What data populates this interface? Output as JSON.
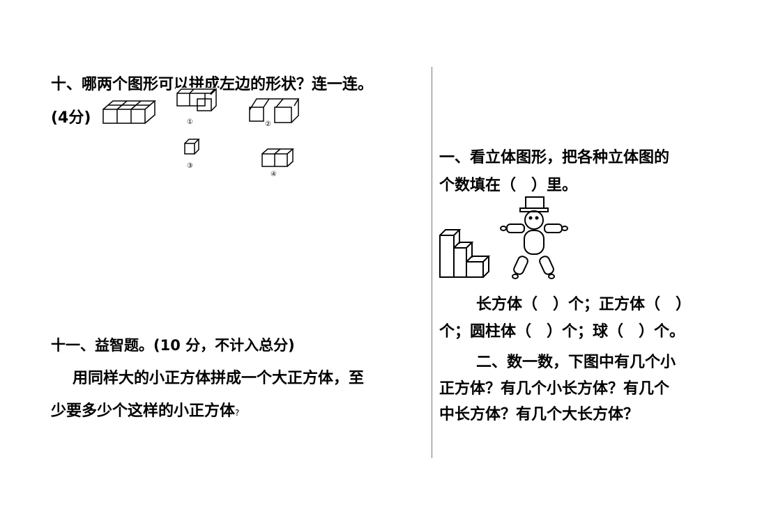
{
  "left": {
    "q10_title": "十、哪两个图形可以拼成左边的形状？连一连。",
    "q10_score": "(4分)",
    "figure_labels": [
      "①",
      "②",
      "③",
      "④"
    ],
    "q11_title": "十一、益智题。(10 分，不计入总分)",
    "q11_line1": "用同样大的小正方体拼成一个大正方体，至",
    "q11_line2": "少要多少个这样的小正方体",
    "q11_mark": "?"
  },
  "right": {
    "q1_line1": "一、看立体图形，把各种立体图的",
    "q1_line2": "个数填在（　）里。",
    "q1_fill1": "长方体（　）个；正方体（　）",
    "q1_fill2": "个；圆柱体（　）个；球（　）个。",
    "q2_line1": "二、数一数，下图中有几个小",
    "q2_line2": "正方体？有几个小长方体？有几个",
    "q2_line3": "中长方体？有几个大长方体？"
  }
}
